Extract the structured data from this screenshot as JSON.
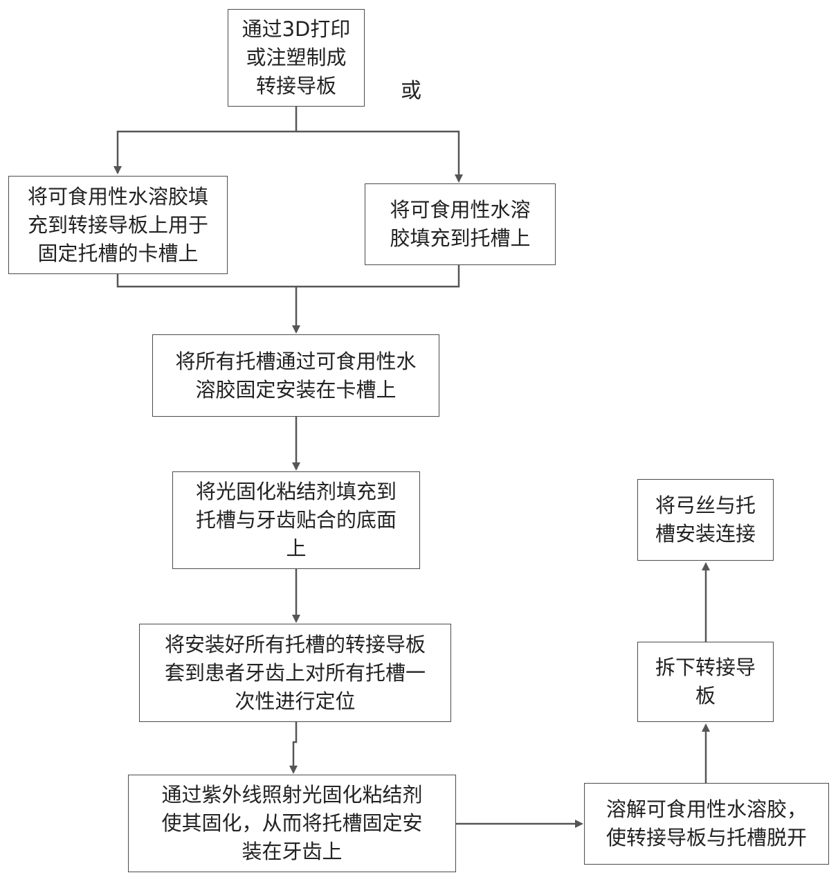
{
  "nodes": {
    "make": "通过3D打印\n或注塑制成\n转接导板",
    "fill_slot": "将可食用性水溶胶填\n充到转接导板上用于\n固定托槽的卡槽上",
    "fill_bracket": "将可食用性水溶\n胶填充到托槽上",
    "mount": "将所有托槽通过可食用性水\n溶胶固定安装在卡槽上",
    "adhesive": "将光固化粘结剂填充到\n托槽与牙齿贴合的底面\n上",
    "position": "将安装好所有托槽的转接导板\n套到患者牙齿上对所有托槽一\n次性进行定位",
    "cure": "通过紫外线照射光固化粘结剂\n使其固化，从而将托槽固定安\n装在牙齿上",
    "dissolve": "溶解可食用性水溶胶，\n使转接导板与托槽脱开",
    "remove": "拆下转接导\n板",
    "wire": "将弓丝与托\n槽安装连接"
  },
  "branch_label": "或"
}
